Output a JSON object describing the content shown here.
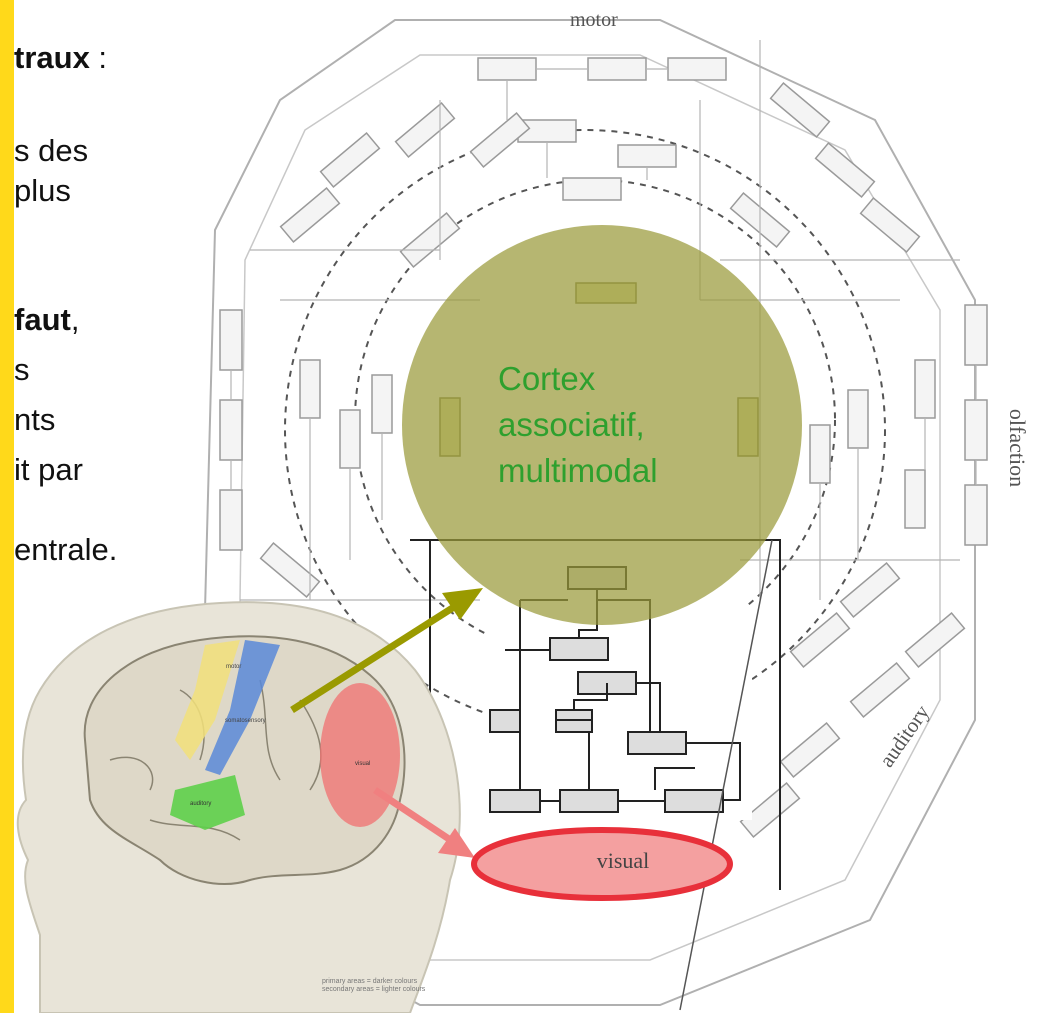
{
  "text_lines": [
    {
      "bold": "traux",
      "rest": " :"
    },
    {
      "bold": "",
      "rest": "s des"
    },
    {
      "bold": "",
      "rest": "plus"
    },
    {
      "bold": "faut",
      "rest": ","
    },
    {
      "bold": "",
      "rest": "s"
    },
    {
      "bold": "",
      "rest": "nts"
    },
    {
      "bold": "",
      "rest": "it par"
    },
    {
      "bold": "",
      "rest": "entrale."
    }
  ],
  "diagram": {
    "labels": {
      "motor": "motor",
      "olfaction": "olfaction",
      "auditory": "auditory",
      "visual": "visual",
      "cortex": [
        "Cortex",
        "associatif,",
        "multimodal"
      ]
    },
    "brain_labels": {
      "motor_area": "motor",
      "somatosensory_area": "somatosensory",
      "auditory_area": "auditory",
      "visual_area": "visual"
    },
    "legend": [
      "primary areas = darker colours",
      "secondary areas = lighter colours"
    ],
    "colors": {
      "stripe": "#ffd91a",
      "cortex_circle": "#9a9a3a",
      "cortex_text": "#2ea02e",
      "arrow_olive": "#9a9a00",
      "arrow_pink": "#f08080",
      "visual_ring": "#e8303a",
      "visual_fill": "#f4a0a0"
    }
  }
}
